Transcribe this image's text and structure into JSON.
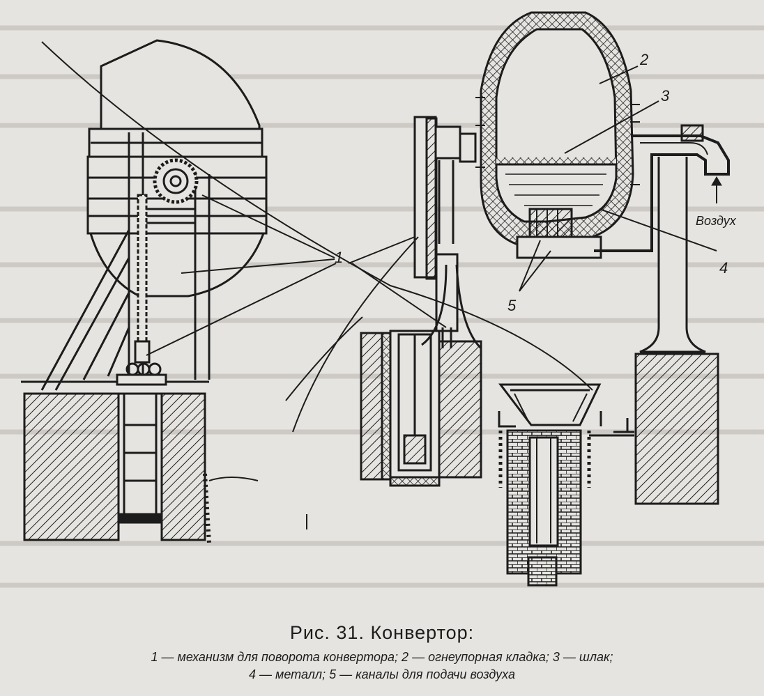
{
  "callouts": {
    "c1": "1",
    "c2": "2",
    "c3": "3",
    "c4": "4",
    "c5": "5",
    "air": "Воздух"
  },
  "caption": {
    "title": "Рис. 31. Конвертор:",
    "legend": [
      {
        "num": "1",
        "text": " — механизм для поворота конвертора; "
      },
      {
        "num": "2",
        "text": " — огнеупорная кладка; "
      },
      {
        "num": "3",
        "text": " — шлак;"
      },
      {
        "num": "4",
        "text": " — металл; "
      },
      {
        "num": "5",
        "text": " — каналы для подачи воздуха"
      }
    ]
  },
  "colors": {
    "paper": "#e6e4e0",
    "ink": "#1c1c1c"
  }
}
